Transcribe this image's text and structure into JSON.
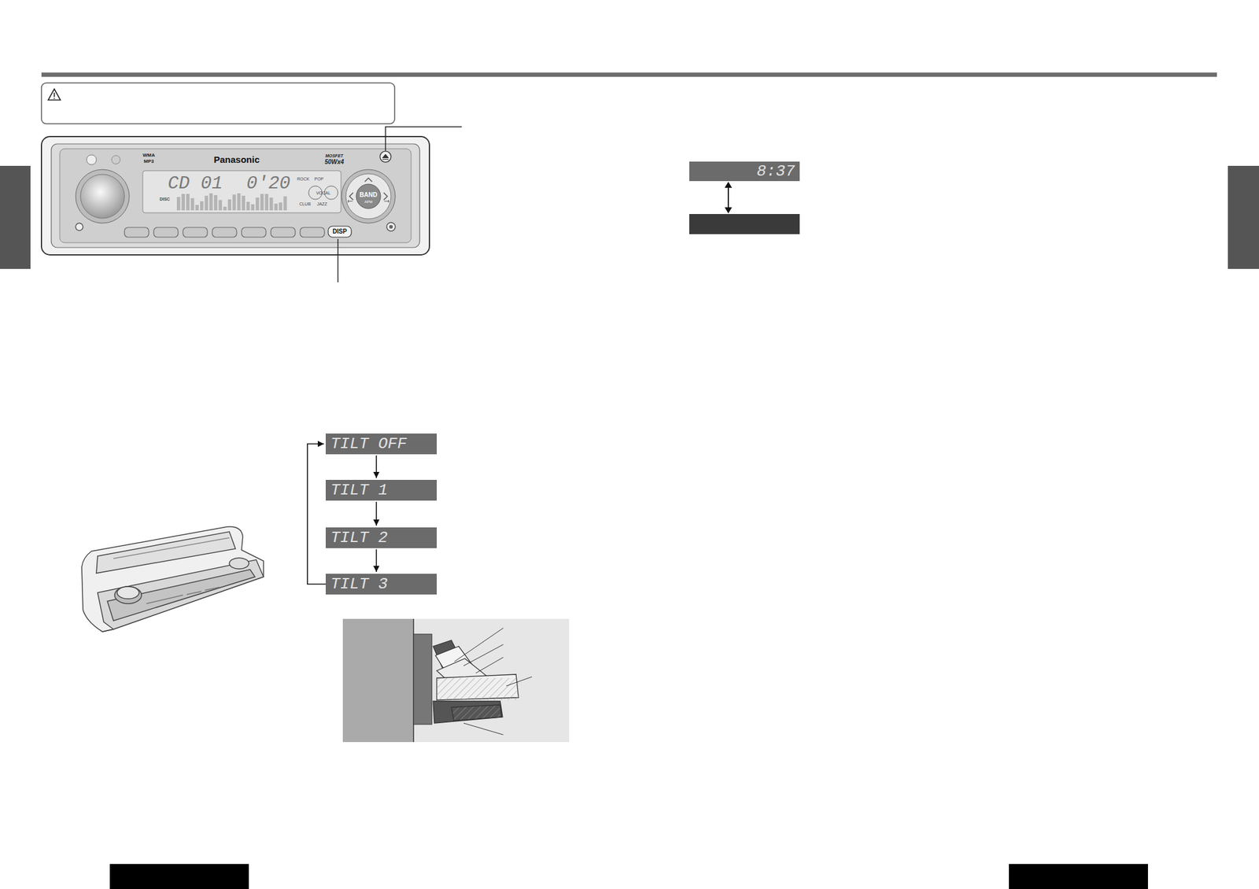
{
  "diagram": {
    "nodes": [
      {
        "text": [
          "TILT OFF"
        ]
      },
      {
        "text": [
          "TILT 1"
        ]
      },
      {
        "text": [
          "TILT 2"
        ]
      },
      {
        "text": [
          "TILT 3"
        ]
      },
      {
        "text": [
          "8:37"
        ]
      }
    ],
    "edges": [
      {
        "from": 0,
        "to": 1,
        "arrow": "to"
      },
      {
        "from": 1,
        "to": 2,
        "arrow": "to"
      },
      {
        "from": 2,
        "to": 3,
        "arrow": "to"
      },
      {
        "from": 3,
        "to": 0,
        "arrow": "to"
      }
    ],
    "labels": [
      "WMA",
      "MP3",
      "Panasonic",
      "MOSFET",
      "50Wx4",
      "CD 01",
      "0'20",
      "ROCK",
      "POP",
      "VOCAL",
      "CLUB",
      "JAZZ",
      "DISC",
      "BAND",
      "APM",
      "DISP"
    ]
  }
}
